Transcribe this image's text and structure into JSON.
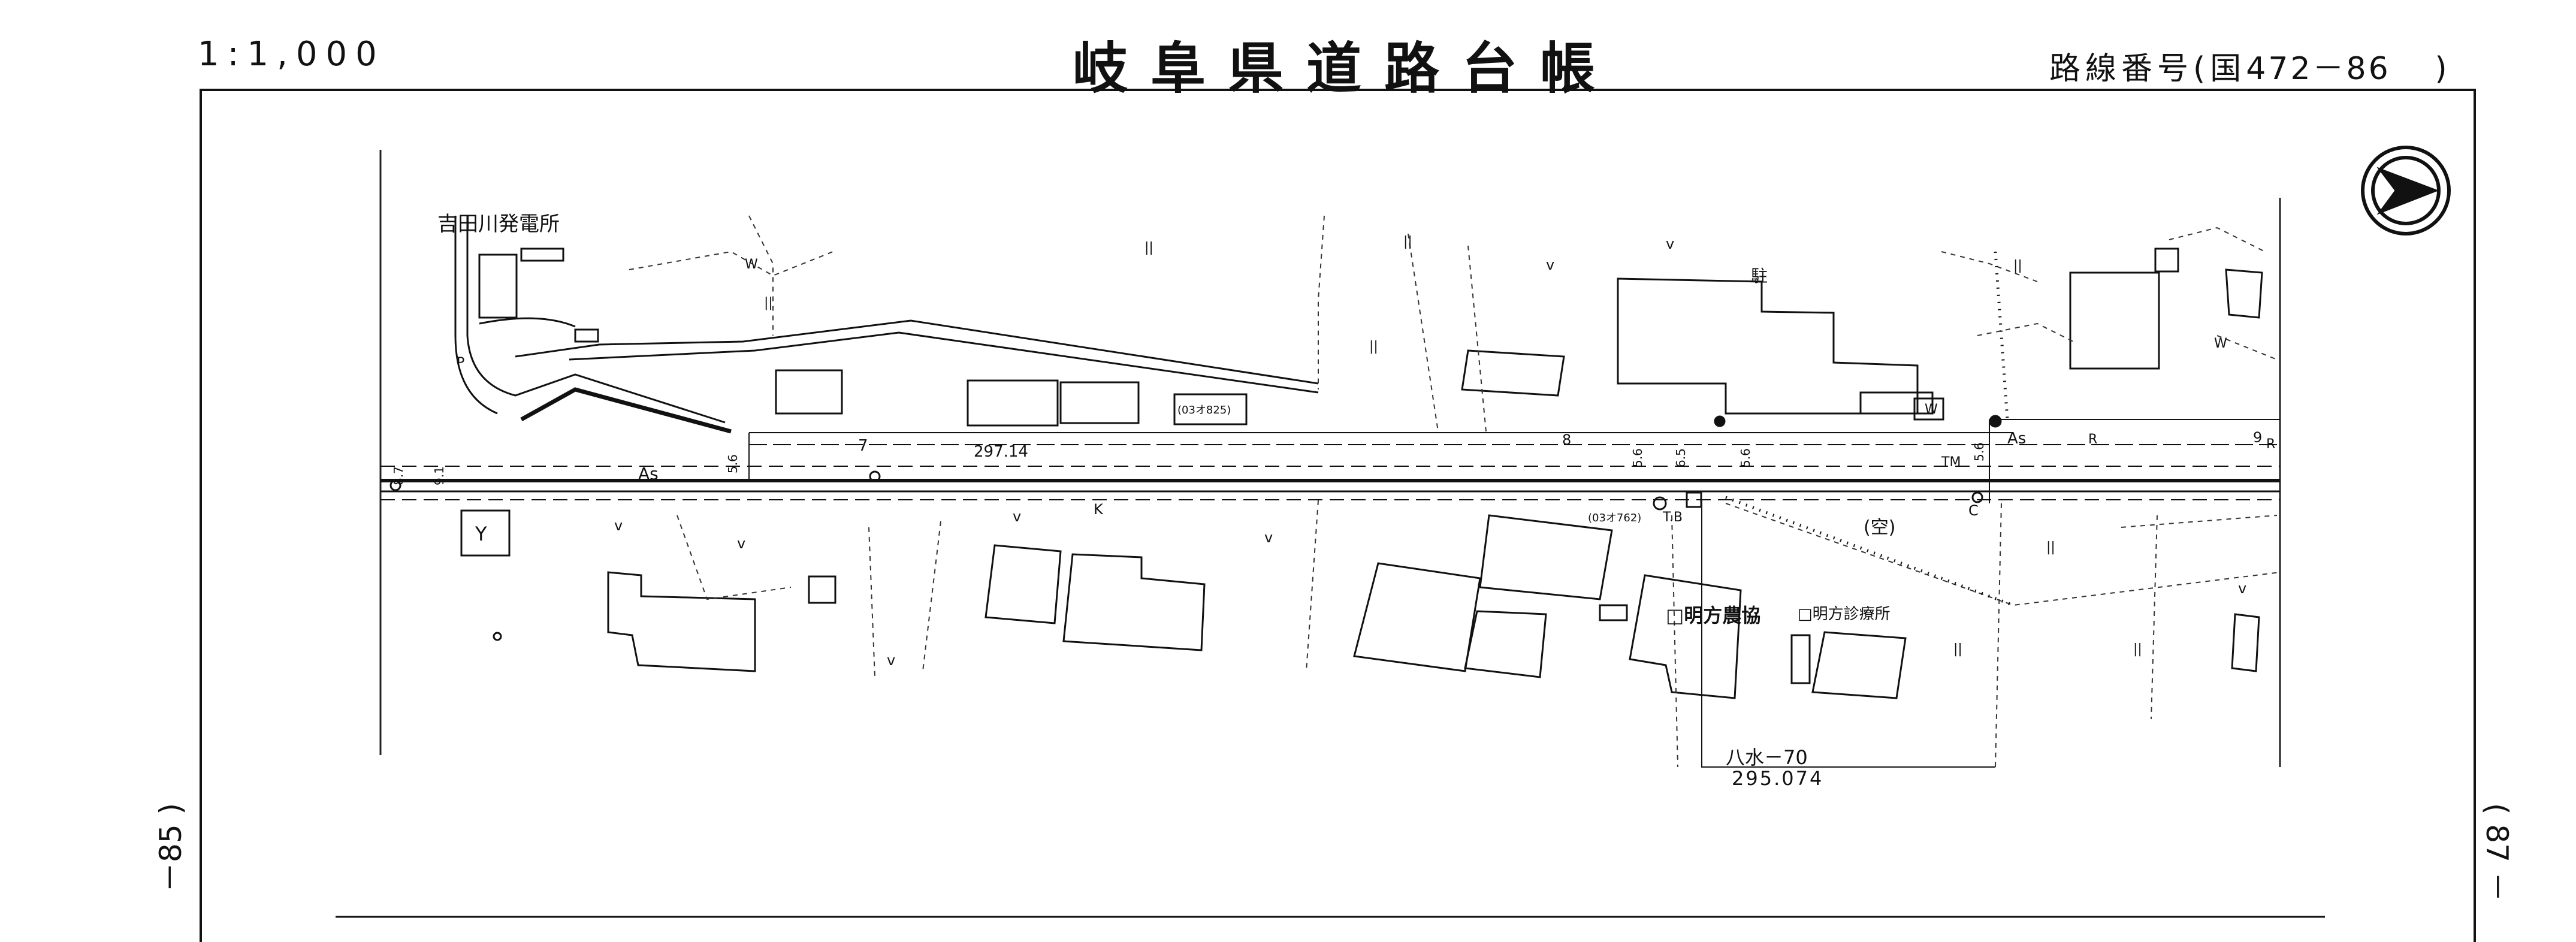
{
  "header": {
    "scale": "1:1,000",
    "title": "岐阜県道路台帳",
    "route_prefix": "路線番号(国",
    "route_number": "472－86",
    "route_suffix": ")"
  },
  "adjacent_sheets": {
    "left": "－85 )",
    "right": "( 87 －"
  },
  "map": {
    "labels": {
      "power_station": "吉田川発電所",
      "nokyo": "□明方農協",
      "clinic": "□明方診療所",
      "vacant": "(空)",
      "benchmark_id": "八水－70",
      "benchmark_value": "295.074",
      "chainage": "297.14",
      "code_1": "(03オ825)",
      "code_2": "(03オ762)",
      "tb": "T.B",
      "tm": "TM",
      "as_1": "As",
      "as_2": "As",
      "c": "C",
      "k": "K",
      "y": "Y",
      "p": "P",
      "r": "R",
      "w1": "W",
      "w2": "W",
      "w3": "W",
      "parking": "駐",
      "n7": "7",
      "n8": "8",
      "n9": "9",
      "r2": "R",
      "w_5_6a": "5.6",
      "w_5_6b": "5.6",
      "w_5_6c": "5.6",
      "w_5_6d": "5.6",
      "w_8_7": "8.7",
      "w_9_1": "9.1",
      "w_6_5": "6.5",
      "grass_1": "||",
      "grass_2": "||",
      "grass_3": "||",
      "grass_4": "||",
      "grass_5": "||",
      "grass_6": "||",
      "grass_7": "||",
      "grass_8": "||",
      "v_1": "v",
      "v_2": "v",
      "v_3": "v",
      "v_4": "v",
      "v_5": "v",
      "v_6": "v",
      "v_7": "v",
      "v_8": "v"
    }
  }
}
